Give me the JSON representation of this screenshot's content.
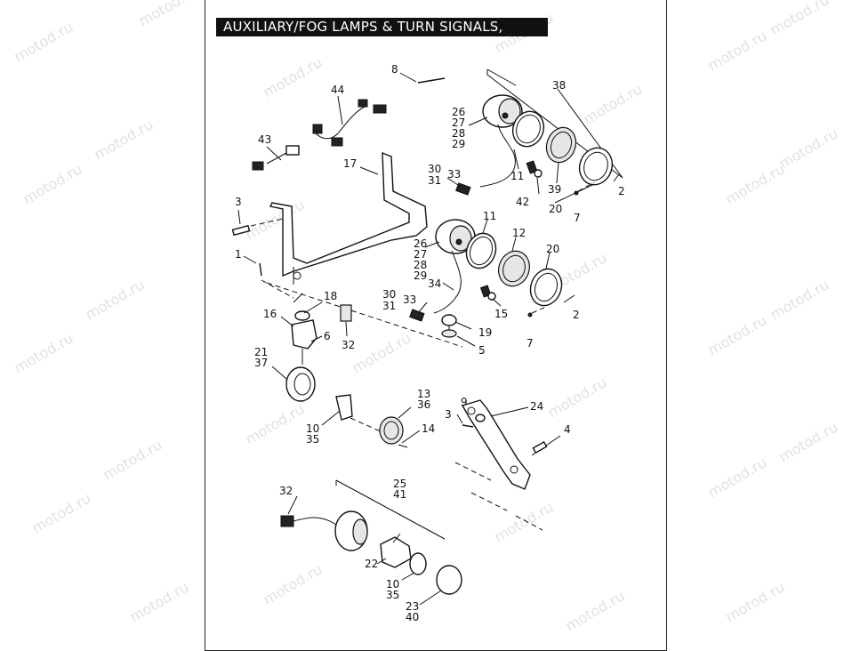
{
  "title": "AUXILIARY/FOG LAMPS & TURN SIGNALS, FRONT",
  "watermark": "motod.ru",
  "callouts": {
    "c8": "8",
    "c44": "44",
    "c38": "38",
    "c43": "43",
    "c17": "17",
    "c26a": "26",
    "c27a": "27",
    "c28a": "28",
    "c29a": "29",
    "c30a": "30",
    "c31a": "31",
    "c33a": "33",
    "c11a": "11",
    "c42": "42",
    "c39": "39",
    "c2a": "2",
    "c20a": "20",
    "c7a": "7",
    "c3a": "3",
    "c1": "1",
    "c26b": "26",
    "c27b": "27",
    "c28b": "28",
    "c29b": "29",
    "c11b": "11",
    "c12": "12",
    "c20b": "20",
    "c34": "34",
    "c30b": "30",
    "c31b": "31",
    "c33b": "33",
    "c15": "15",
    "c2b": "2",
    "c7b": "7",
    "c18": "18",
    "c16": "16",
    "c32a": "32",
    "c6": "6",
    "c19": "19",
    "c5": "5",
    "c21": "21",
    "c37": "37",
    "c13": "13",
    "c36": "36",
    "c14": "14",
    "c10a": "10",
    "c35a": "35",
    "c9": "9",
    "c3b": "3",
    "c24": "24",
    "c4": "4",
    "c32b": "32",
    "c25": "25",
    "c41": "41",
    "c22": "22",
    "c10b": "10",
    "c35b": "35",
    "c23": "23",
    "c40": "40"
  }
}
